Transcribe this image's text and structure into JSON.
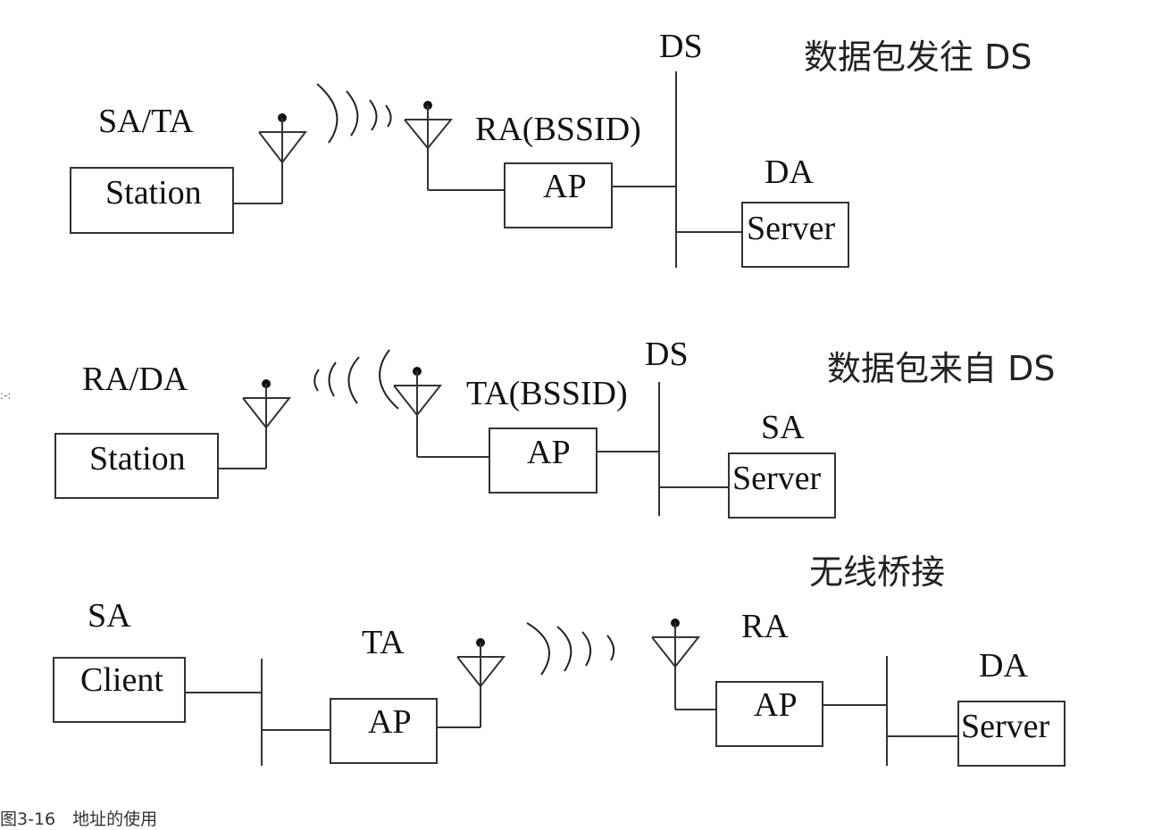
{
  "diagrams": [
    {
      "heading": "数据包发往 DS",
      "ds_label": "DS",
      "station": {
        "role": "SA/TA",
        "label": "Station"
      },
      "ap": {
        "role": "RA(BSSID)",
        "label": "AP"
      },
      "server": {
        "role": "DA",
        "label": "Server"
      }
    },
    {
      "heading": "数据包来自 DS",
      "ds_label": "DS",
      "station": {
        "role": "RA/DA",
        "label": "Station"
      },
      "ap": {
        "role": "TA(BSSID)",
        "label": "AP"
      },
      "server": {
        "role": "SA",
        "label": "Server"
      }
    },
    {
      "heading": "无线桥接",
      "client": {
        "role": "SA",
        "label": "Client"
      },
      "ap_tx": {
        "role": "TA",
        "label": "AP"
      },
      "ap_rx": {
        "role": "RA",
        "label": "AP"
      },
      "server": {
        "role": "DA",
        "label": "Server"
      }
    }
  ],
  "caption": "图3-16　地址的使用",
  "side_mark": ":-:"
}
